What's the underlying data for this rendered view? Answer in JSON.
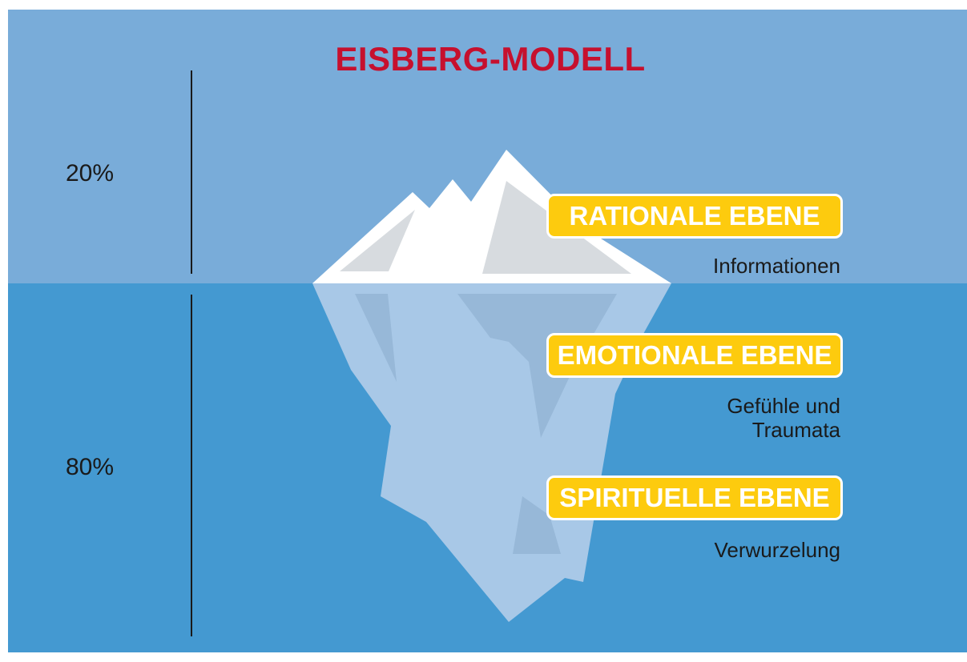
{
  "title": "EISBERG-MODELL",
  "percent_above": "20%",
  "percent_below": "80%",
  "levels": [
    {
      "label": "RATIONALE EBENE",
      "description": "Informationen"
    },
    {
      "label": "EMOTIONALE EBENE",
      "description": "Gefühle und\nTraumata"
    },
    {
      "label": "SPIRITUELLE EBENE",
      "description": "Verwurzelung"
    }
  ],
  "colors": {
    "sky": "#79acd9",
    "water": "#4499d1",
    "title": "#c6102e",
    "badge": "#fdcb0e",
    "ice_white": "#ffffff",
    "ice_shadow": "#d7dbdf",
    "ice_underwater": "#a8c8e7",
    "ice_underwater_shadow": "#97b8d8"
  }
}
